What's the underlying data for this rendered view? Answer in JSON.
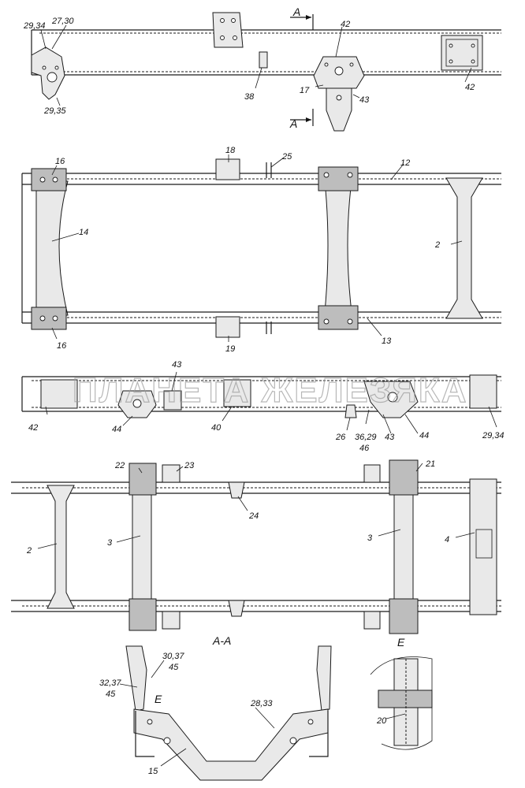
{
  "watermark": "ПЛАНЕТА ЖЕЛЕЗЯКА",
  "section_labels": {
    "a_top": "А",
    "a_bottom": "А",
    "aa": "А-А",
    "e_ref": "Е",
    "e_detail": "Е"
  },
  "callouts": [
    {
      "id": "c1",
      "text": "29,34"
    },
    {
      "id": "c2",
      "text": "27,30"
    },
    {
      "id": "c3",
      "text": "29,35"
    },
    {
      "id": "c4",
      "text": "38"
    },
    {
      "id": "c5",
      "text": "42"
    },
    {
      "id": "c6",
      "text": "17"
    },
    {
      "id": "c7",
      "text": "43"
    },
    {
      "id": "c8",
      "text": "42"
    },
    {
      "id": "c9",
      "text": "16"
    },
    {
      "id": "c10",
      "text": "18"
    },
    {
      "id": "c11",
      "text": "25"
    },
    {
      "id": "c12",
      "text": "12"
    },
    {
      "id": "c13",
      "text": "14"
    },
    {
      "id": "c14",
      "text": "2"
    },
    {
      "id": "c15",
      "text": "16"
    },
    {
      "id": "c16",
      "text": "19"
    },
    {
      "id": "c17",
      "text": "13"
    },
    {
      "id": "c18",
      "text": "43"
    },
    {
      "id": "c19",
      "text": "42"
    },
    {
      "id": "c20",
      "text": "44"
    },
    {
      "id": "c21",
      "text": "40"
    },
    {
      "id": "c22",
      "text": "26"
    },
    {
      "id": "c23",
      "text": "36,29"
    },
    {
      "id": "c24",
      "text": "46"
    },
    {
      "id": "c25",
      "text": "43"
    },
    {
      "id": "c26",
      "text": "44"
    },
    {
      "id": "c27",
      "text": "29,34"
    },
    {
      "id": "c28",
      "text": "22"
    },
    {
      "id": "c29",
      "text": "23"
    },
    {
      "id": "c30",
      "text": "21"
    },
    {
      "id": "c31",
      "text": "24"
    },
    {
      "id": "c32",
      "text": "2"
    },
    {
      "id": "c33",
      "text": "3"
    },
    {
      "id": "c34",
      "text": "3"
    },
    {
      "id": "c35",
      "text": "4"
    },
    {
      "id": "c36",
      "text": "30,37"
    },
    {
      "id": "c37",
      "text": "45"
    },
    {
      "id": "c38",
      "text": "32,37"
    },
    {
      "id": "c39",
      "text": "45"
    },
    {
      "id": "c40",
      "text": "28,33"
    },
    {
      "id": "c41",
      "text": "15"
    },
    {
      "id": "c42",
      "text": "20"
    }
  ]
}
